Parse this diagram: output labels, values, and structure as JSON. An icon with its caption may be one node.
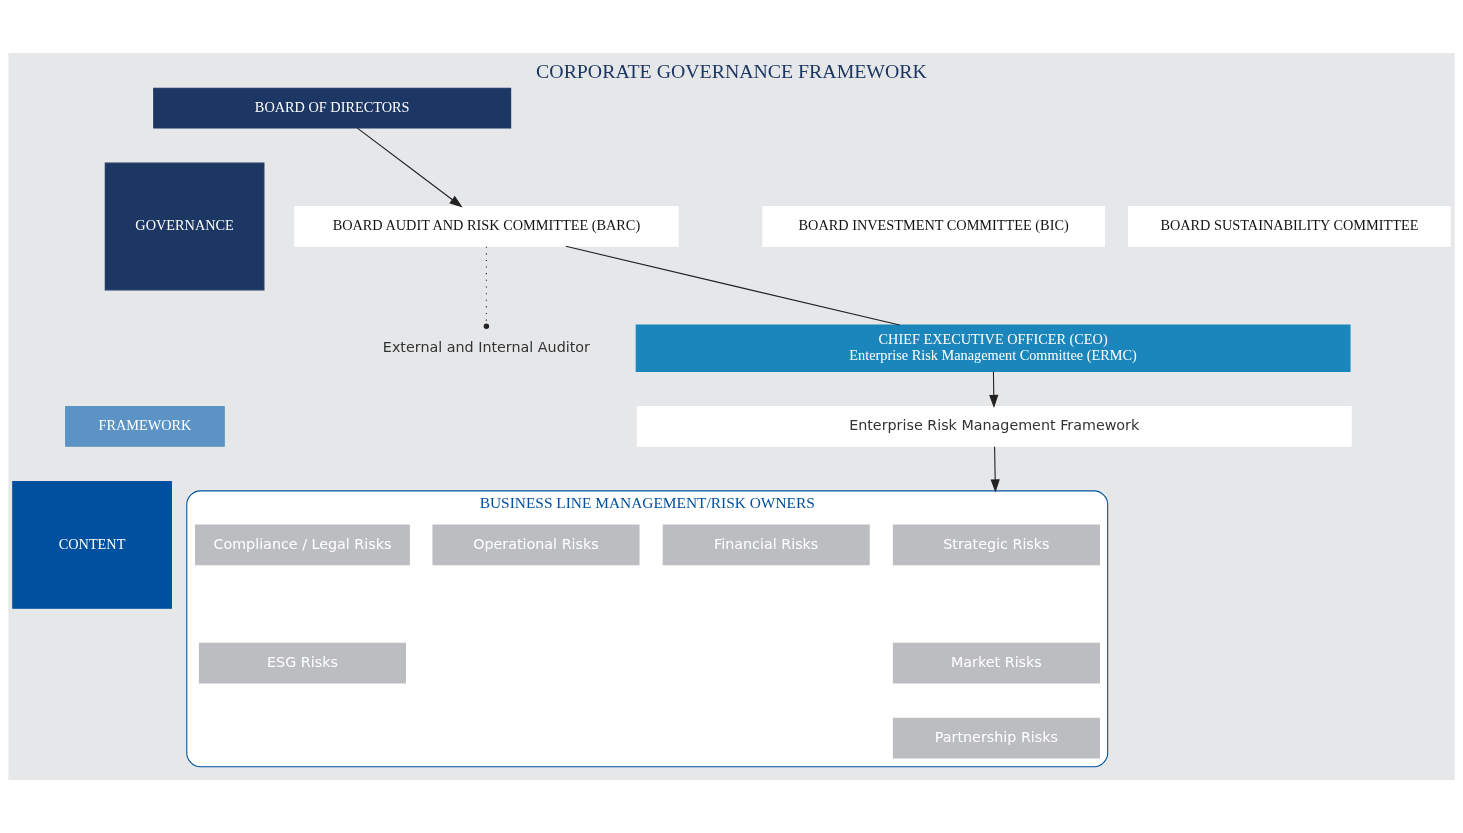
{
  "diagram": {
    "title": "CORPORATE GOVERNANCE FRAMEWORK",
    "nodes": [
      {
        "text": [
          "BOARD OF DIRECTORS"
        ]
      },
      {
        "text": [
          "GOVERNANCE"
        ]
      },
      {
        "text": [
          "BOARD INVESTMENT COMMITTEE (BIC)"
        ]
      },
      {
        "text": [
          "BOARD AUDIT AND RISK COMMITTEE (BARC)"
        ]
      },
      {
        "text": [
          "BOARD SUSTAINABILITY COMMITTEE"
        ]
      },
      {
        "text": [
          "External and Internal Auditor"
        ]
      },
      {
        "text": [
          "CHIEF EXECUTIVE OFFICER (CEO)",
          "Enterprise Risk Management Committee (ERMC)"
        ]
      },
      {
        "text": [
          "FRAMEWORK"
        ]
      },
      {
        "text": [
          "Enterprise Risk Management Framework"
        ]
      },
      {
        "text": [
          "CONTENT"
        ]
      },
      {
        "text": [
          "BUSINESS LINE MANAGEMENT/RISK OWNERS"
        ]
      },
      {
        "text": [
          "Strategic Risks"
        ],
        "in": 10
      },
      {
        "text": [
          "Financial Risks"
        ],
        "in": 10
      },
      {
        "text": [
          "Operational Risks"
        ],
        "in": 10
      },
      {
        "text": [
          "Compliance / Legal Risks"
        ],
        "in": 10
      },
      {
        "text": [
          "Market Risks"
        ],
        "in": 10
      },
      {
        "text": [
          "ESG Risks"
        ],
        "in": 10
      },
      {
        "text": [
          "Partnership Risks"
        ],
        "in": 10
      }
    ],
    "edges": [
      {
        "from": 0,
        "to": 3,
        "arrow": "to"
      },
      {
        "from": 3,
        "to": 6,
        "arrow": "none"
      },
      {
        "from": 3,
        "to": 5,
        "arrow": "other",
        "style": "dashed"
      },
      {
        "from": 6,
        "to": 8,
        "arrow": "to"
      },
      {
        "from": 8,
        "to": 10,
        "arrow": "to"
      }
    ]
  }
}
